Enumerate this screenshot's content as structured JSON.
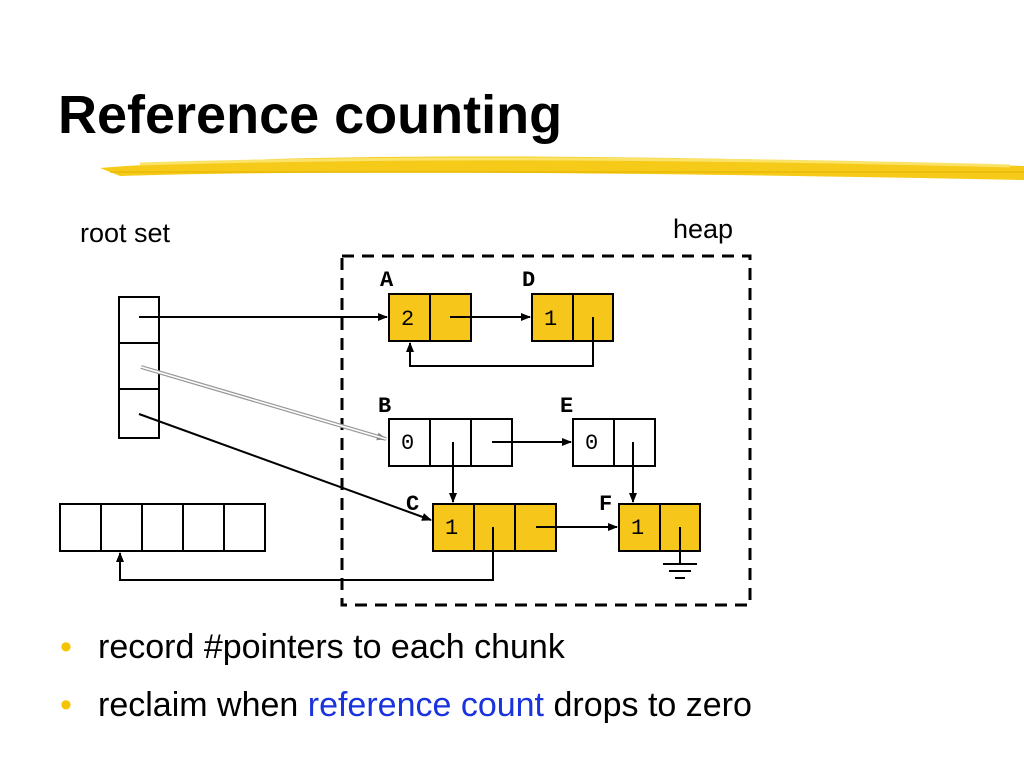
{
  "slide": {
    "title": "Reference counting",
    "bullets": [
      {
        "text": "record #pointers to each chunk"
      },
      {
        "before": "reclaim when ",
        "highlight": "reference count",
        "after": " drops to zero"
      }
    ]
  },
  "diagram": {
    "root_set_label": "root set",
    "heap_label": "heap",
    "nodes": [
      {
        "name": "A",
        "count": "2",
        "color": "yellow"
      },
      {
        "name": "D",
        "count": "1",
        "color": "yellow"
      },
      {
        "name": "B",
        "count": "0",
        "color": "white"
      },
      {
        "name": "E",
        "count": "0",
        "color": "white"
      },
      {
        "name": "C",
        "count": "1",
        "color": "yellow"
      },
      {
        "name": "F",
        "count": "1",
        "color": "yellow"
      }
    ]
  },
  "colors": {
    "accent_yellow": "#f5c400",
    "node_fill": "#f7c61a",
    "highlight_blue": "#1a33dd"
  }
}
